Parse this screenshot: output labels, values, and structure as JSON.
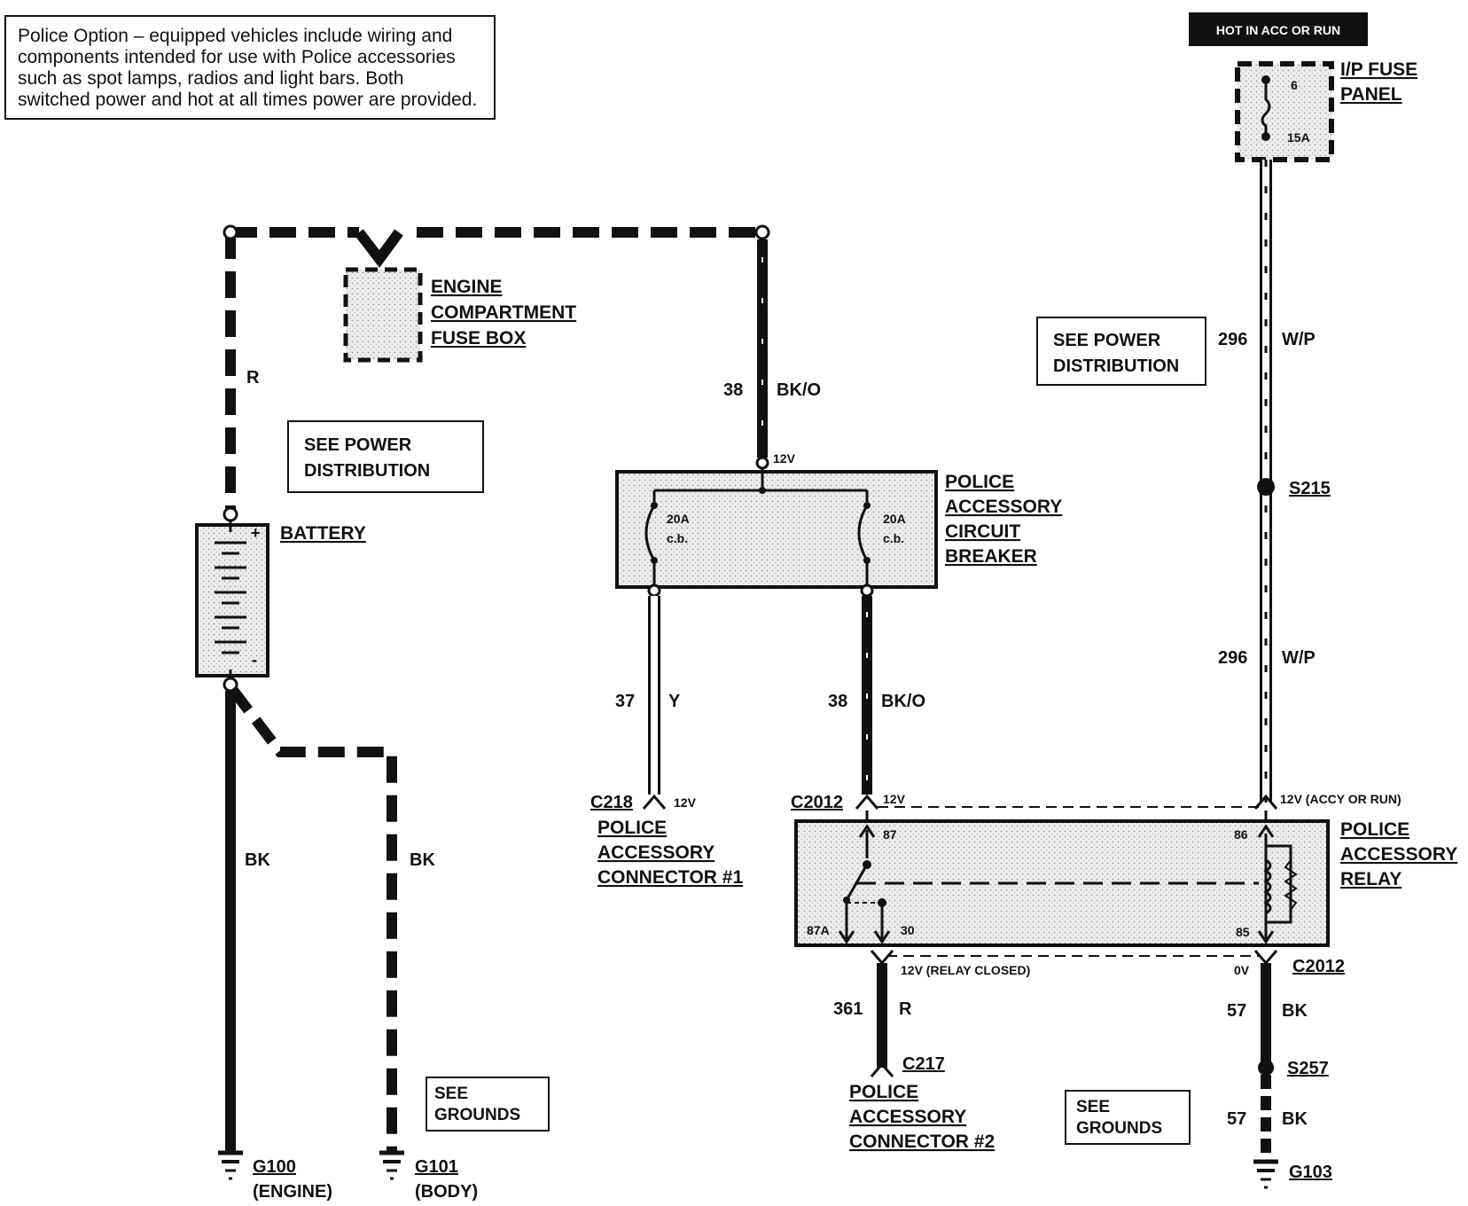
{
  "note": {
    "lines": [
      "Police Option – equipped vehicles include wiring and",
      "components intended for use with Police accessories",
      "such as spot lamps, radios and light bars. Both",
      "switched power and hot at all times power are provided."
    ]
  },
  "hot_label": "HOT IN ACC OR RUN",
  "ip_fuse": {
    "title_line1": "I/P FUSE",
    "title_line2": "PANEL",
    "fuse_number": "6",
    "fuse_rating": "15A"
  },
  "engine_fuse_box": {
    "line1": "ENGINE",
    "line2": "COMPARTMENT",
    "line3": "FUSE BOX"
  },
  "see_power_left": {
    "line1": "SEE POWER",
    "line2": "DISTRIBUTION"
  },
  "see_power_right": {
    "line1": "SEE POWER",
    "line2": "DISTRIBUTION"
  },
  "battery": {
    "label": "BATTERY",
    "plus": "+",
    "minus": "-"
  },
  "circuit_breaker": {
    "line1": "POLICE",
    "line2": "ACCESSORY",
    "line3": "CIRCUIT",
    "line4": "BREAKER",
    "cb1_rating": "20A",
    "cb1_type": "c.b.",
    "cb2_rating": "20A",
    "cb2_type": "c.b.",
    "voltage_in": "12V"
  },
  "relay": {
    "line1": "POLICE",
    "line2": "ACCESSORY",
    "line3": "RELAY",
    "pin87": "87",
    "pin87a": "87A",
    "pin30": "30",
    "pin86": "86",
    "pin85": "85"
  },
  "wires": {
    "w_r": "R",
    "w38_top_num": "38",
    "w38_top_color": "BK/O",
    "w296_top_num": "296",
    "w296_top_color": "W/P",
    "w296_bot_num": "296",
    "w296_bot_color": "W/P",
    "w37_num": "37",
    "w37_color": "Y",
    "w38_bot_num": "38",
    "w38_bot_color": "BK/O",
    "bk_left": "BK",
    "bk_right": "BK",
    "w361_num": "361",
    "w361_color": "R",
    "w57a_num": "57",
    "w57a_color": "BK",
    "w57b_num": "57",
    "w57b_color": "BK"
  },
  "splices": {
    "s215": "S215",
    "s257": "S257"
  },
  "connectors": {
    "c218": "C218",
    "c218_v": "12V",
    "c2012_left": "C2012",
    "c2012_left_v": "12V",
    "c2012_right_v": "12V (ACCY OR RUN)",
    "c2012_bottom": "C2012",
    "relay_closed_v": "12V (RELAY CLOSED)",
    "ov": "0V",
    "c217": "C217"
  },
  "accessory_connector1": {
    "line1": "POLICE",
    "line2": "ACCESSORY",
    "line3": "CONNECTOR #1"
  },
  "accessory_connector2": {
    "line1": "POLICE",
    "line2": "ACCESSORY",
    "line3": "CONNECTOR #2"
  },
  "see_grounds_left": {
    "line1": "SEE",
    "line2": "GROUNDS"
  },
  "see_grounds_right": {
    "line1": "SEE",
    "line2": "GROUNDS"
  },
  "grounds": {
    "g100": "G100",
    "g100_sub": "(ENGINE)",
    "g101": "G101",
    "g101_sub": "(BODY)",
    "g103": "G103"
  }
}
